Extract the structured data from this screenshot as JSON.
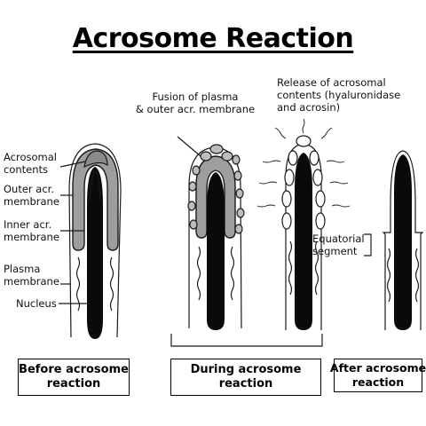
{
  "title": "Acrosome Reaction",
  "labels": {
    "acrosomal_contents": "Acrosomal\ncontents",
    "outer_acr_membrane": "Outer acr.\nmembrane",
    "inner_acr_membrane": "Inner acr.\nmembrane",
    "plasma_membrane": "Plasma\nmembrane",
    "nucleus": "Nucleus",
    "fusion": "Fusion of plasma\n& outer acr. membrane",
    "release": "Release of acrosomal\ncontents (hyaluronidase\nand acrosin)",
    "equatorial_segment": "Equatorial\nsegment"
  },
  "stages": {
    "before": "Before acrosome\nreaction",
    "during": "During acrosome\nreaction",
    "after": "After acrosome\nreaction"
  },
  "colors": {
    "acrosome_fill": "#9e9e9e",
    "nucleus_fill": "#0a0a0a",
    "outline": "#1a1a1a"
  }
}
